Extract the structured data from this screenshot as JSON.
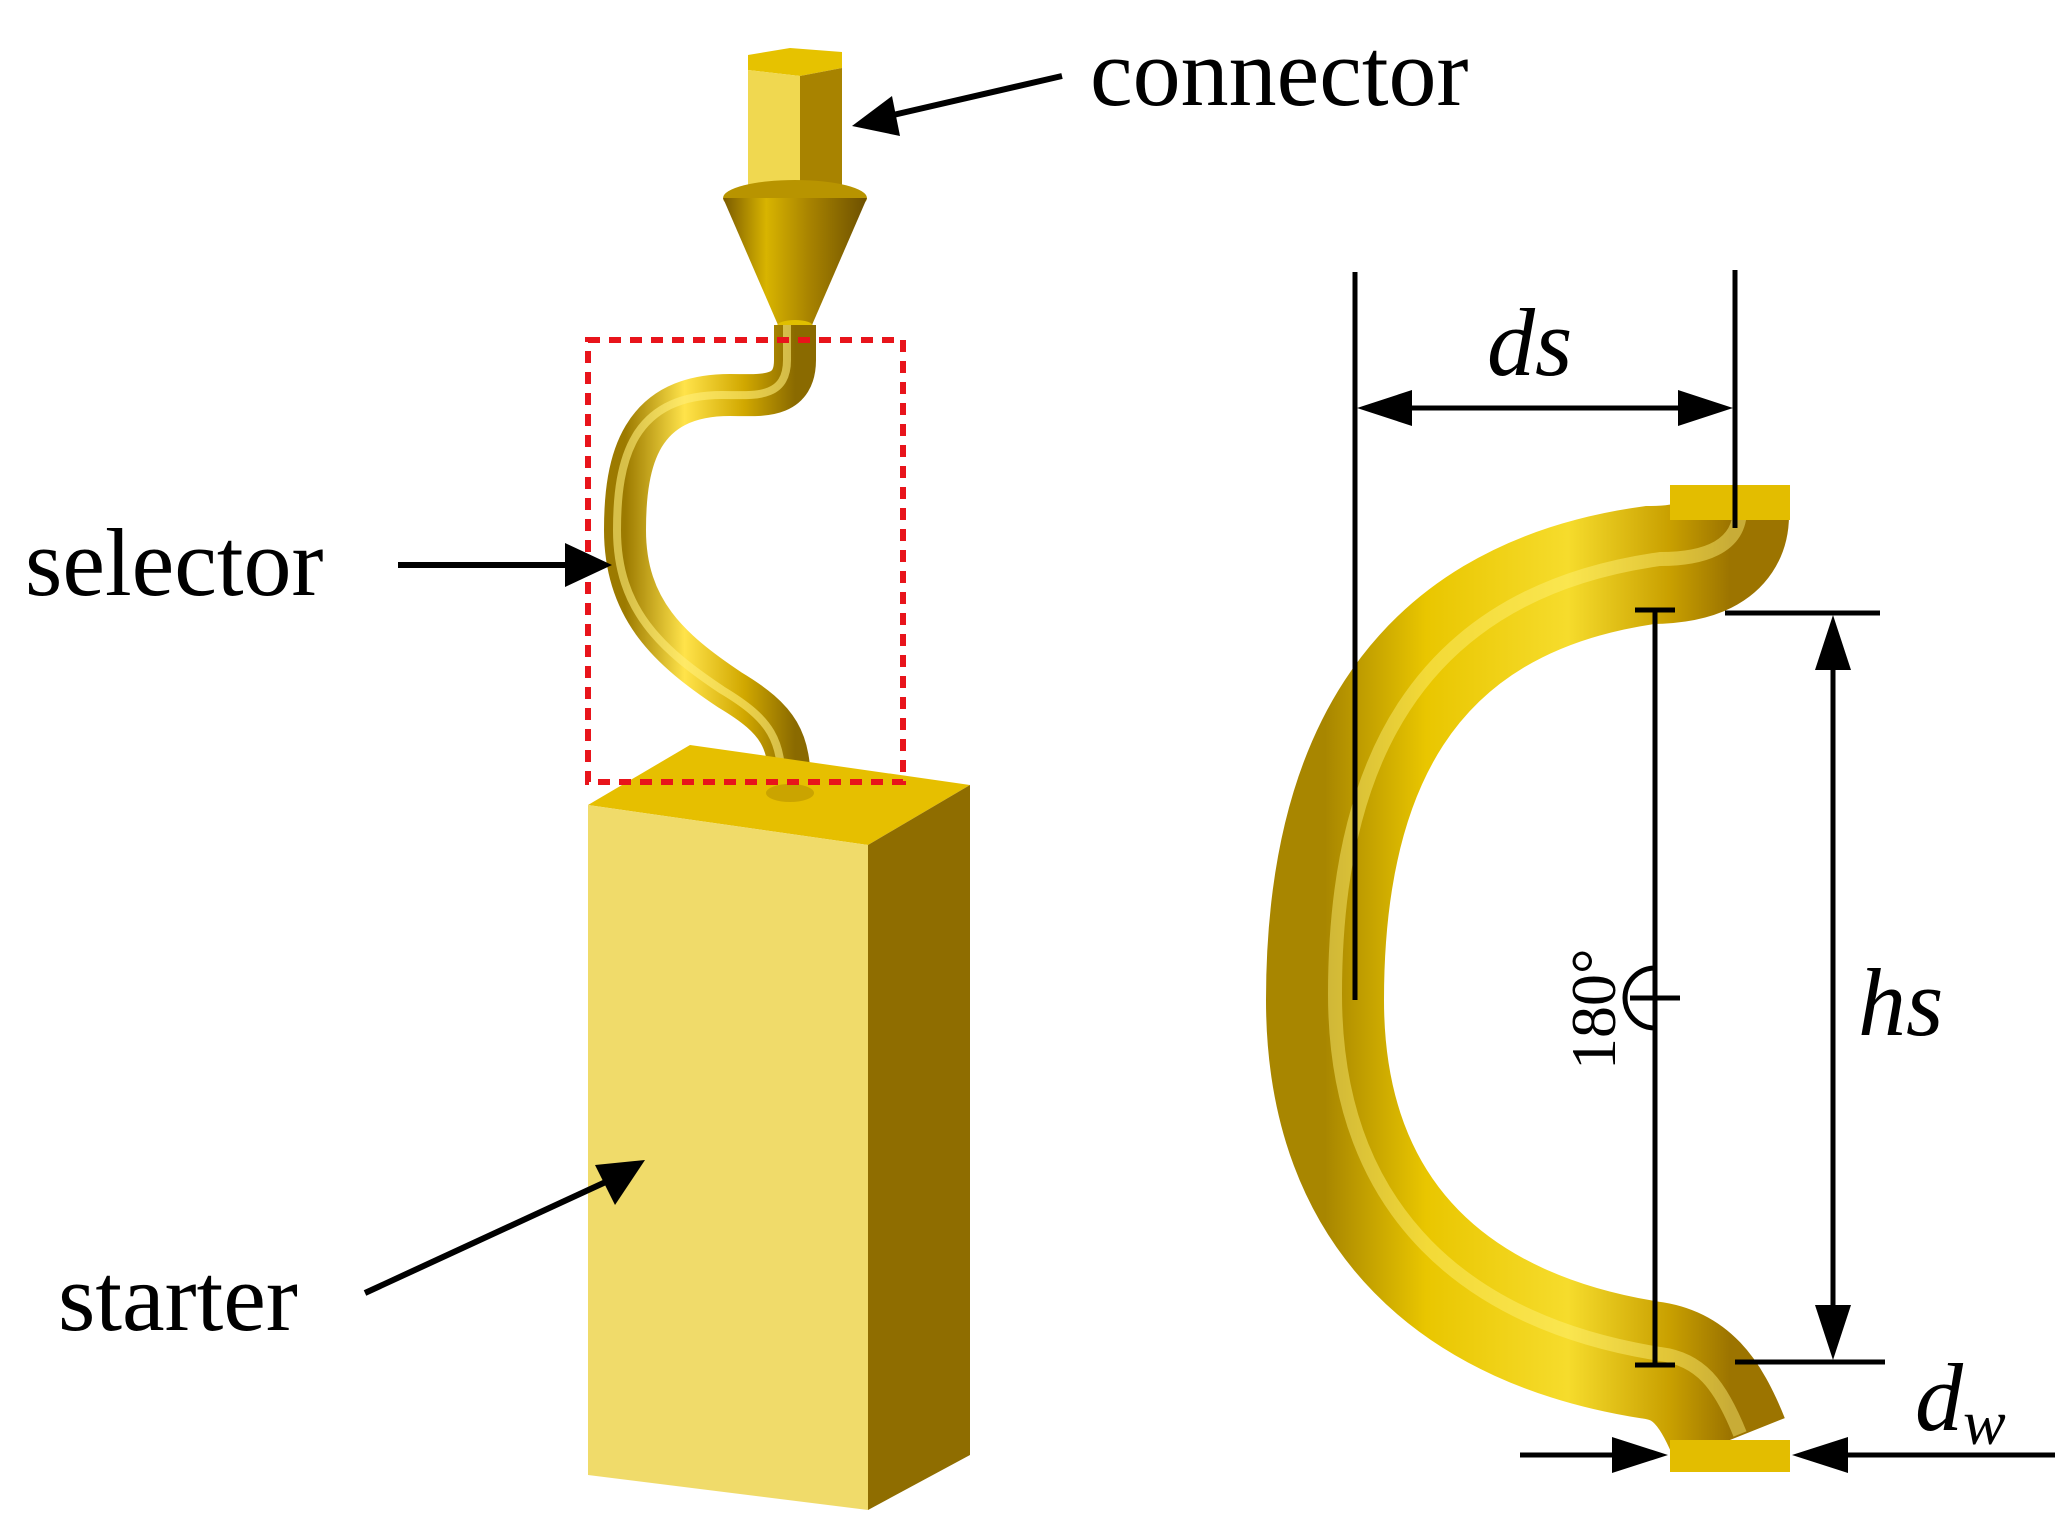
{
  "labels": {
    "connector": "connector",
    "selector": "selector",
    "starter": "starter",
    "ds": "ds",
    "hs": "hs",
    "dw_base": "d",
    "dw_sub": "w",
    "angle": "180°"
  },
  "colors": {
    "gold_light": "#f0dc6a",
    "gold_mid": "#e6c200",
    "gold_dark": "#8f6d00",
    "selection_box": "#e8141b",
    "line": "#000000"
  }
}
